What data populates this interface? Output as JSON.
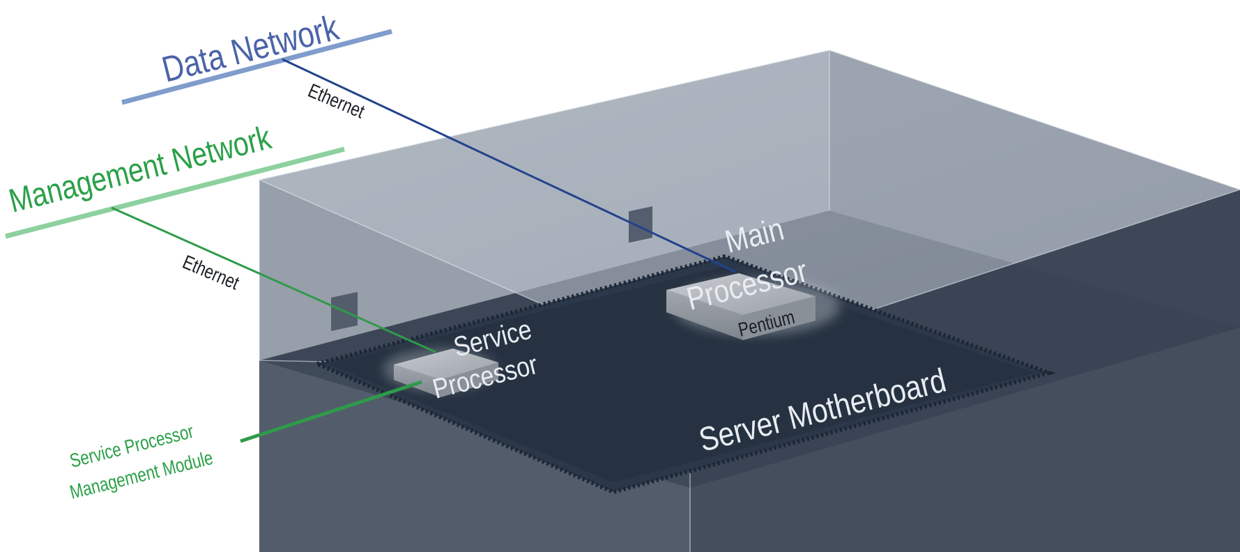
{
  "labels": {
    "data_network": "Data Network",
    "management_network": "Management Network",
    "ethernet_data": "Ethernet",
    "ethernet_mgmt": "Ethernet",
    "main_processor_line1": "Main",
    "main_processor_line2": "Processor",
    "pentium": "Pentium",
    "service_processor_line1": "Service",
    "service_processor_line2": "Processor",
    "server_motherboard": "Server Motherboard",
    "sp_module_line1": "Service Processor",
    "sp_module_line2": "Management Module"
  },
  "colors": {
    "data_network": "#4b63a8",
    "data_network_line": "#7f9ccc",
    "data_cable": "#22438c",
    "management_network": "#2aa048",
    "management_network_line": "#8cd19e",
    "management_cable": "#2f9a4a",
    "label_light": "#e9edf2",
    "label_dark": "#1b1f24"
  }
}
